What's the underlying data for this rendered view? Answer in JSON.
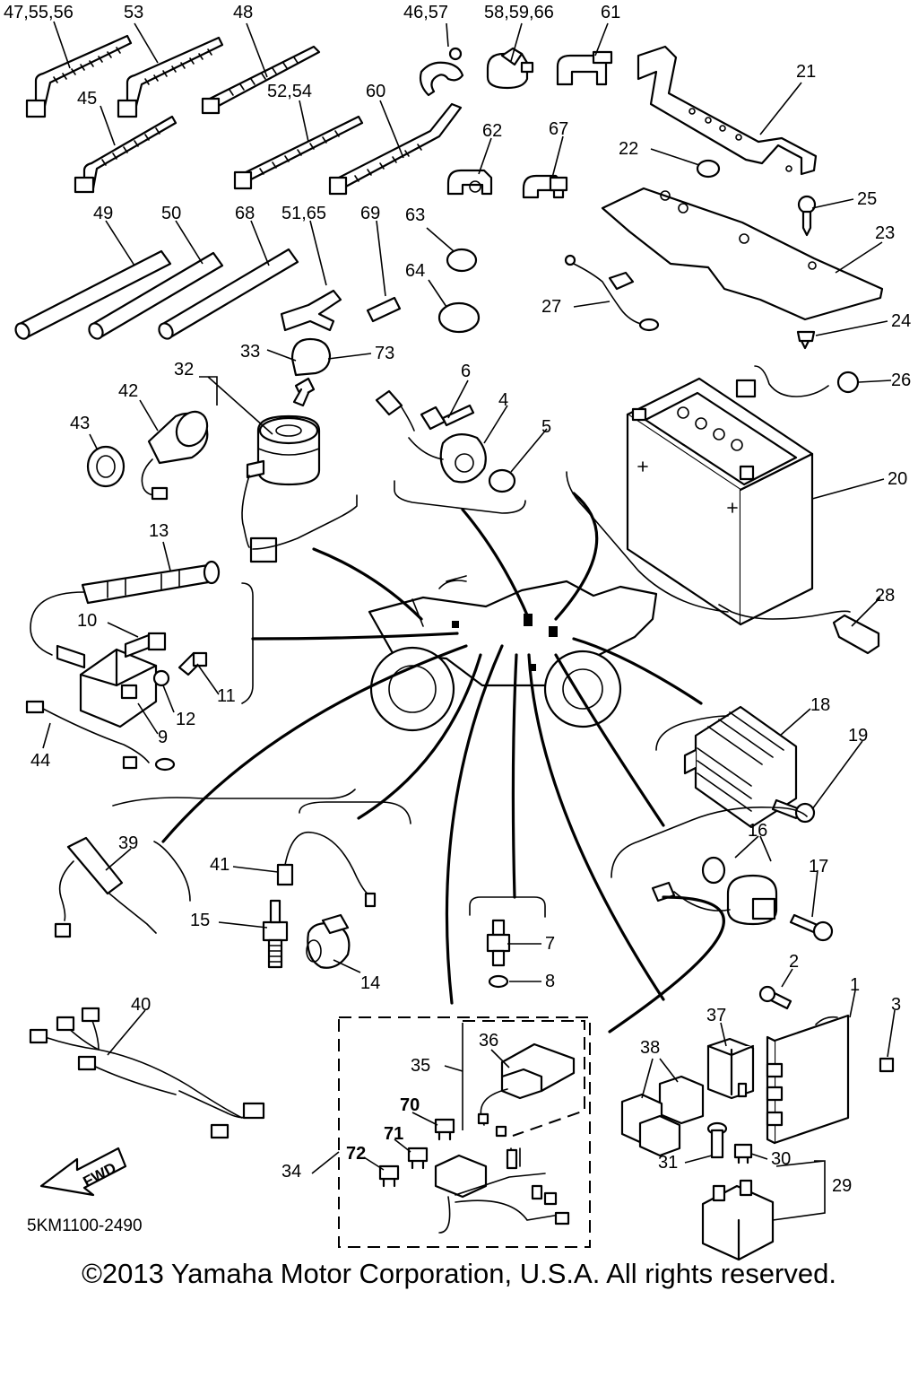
{
  "diagram_code": "5KM1100-2490",
  "copyright": "©2013 Yamaha Motor Corporation, U.S.A. All rights reserved.",
  "fwd_label": "FWD",
  "callouts": {
    "c47_55_56": "47,55,56",
    "c53": "53",
    "c48": "48",
    "c46_57": "46,57",
    "c58_59_66": "58,59,66",
    "c61": "61",
    "c21": "21",
    "c45": "45",
    "c52_54": "52,54",
    "c60": "60",
    "c62": "62",
    "c67": "67",
    "c22": "22",
    "c25": "25",
    "c23": "23",
    "c49": "49",
    "c50": "50",
    "c68": "68",
    "c51_65": "51,65",
    "c69": "69",
    "c63": "63",
    "c64": "64",
    "c27": "27",
    "c24": "24",
    "c33": "33",
    "c73": "73",
    "c32": "32",
    "c6": "6",
    "c42": "42",
    "c4": "4",
    "c26": "26",
    "c43": "43",
    "c5": "5",
    "c20": "20",
    "c13": "13",
    "c28": "28",
    "c10": "10",
    "c11": "11",
    "c12": "12",
    "c9": "9",
    "c18": "18",
    "c19": "19",
    "c44": "44",
    "c39": "39",
    "c16": "16",
    "c41": "41",
    "c17": "17",
    "c15": "15",
    "c7": "7",
    "c14": "14",
    "c8": "8",
    "c2": "2",
    "c1": "1",
    "c3": "3",
    "c40": "40",
    "c37": "37",
    "c36": "36",
    "c38": "38",
    "c35": "35",
    "c70": "70",
    "c71": "71",
    "c72": "72",
    "c34": "34",
    "c31": "31",
    "c30": "30",
    "c29": "29"
  }
}
